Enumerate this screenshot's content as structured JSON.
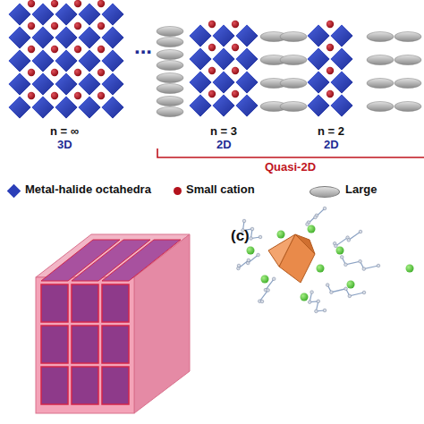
{
  "diagram": {
    "labels": [
      "...",
      "n = ∞",
      "3D",
      "n = 3",
      "2D",
      "n = 2",
      "2D",
      "Quasi-2D",
      "(c)"
    ],
    "legend": [
      {
        "text": "Metal-halide octahedra",
        "color": "#2b3fb8"
      },
      {
        "text": "Small cation",
        "color": "#b3121c"
      },
      {
        "text": "Large",
        "color": "#9a9a9a"
      }
    ]
  }
}
